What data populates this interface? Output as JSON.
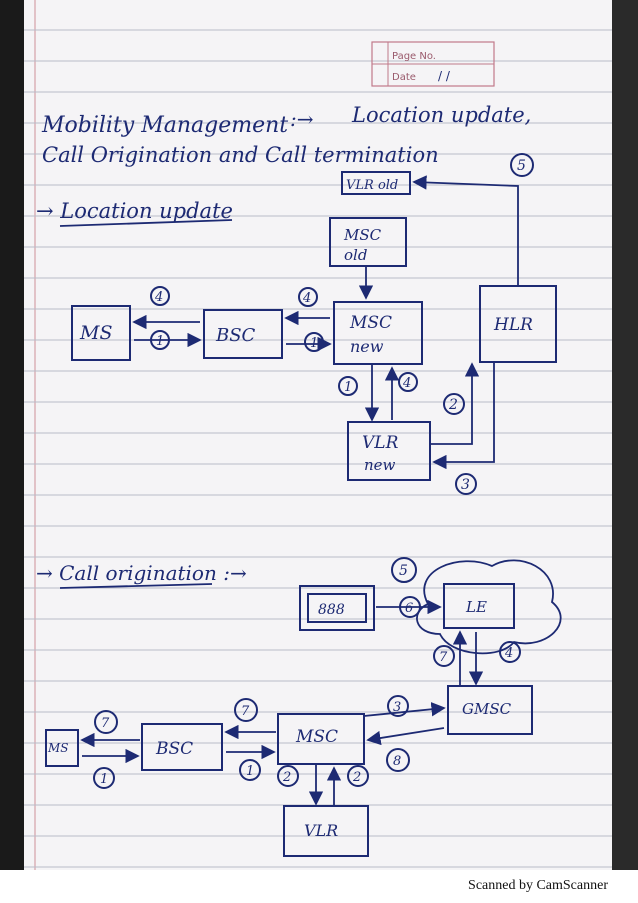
{
  "stamp": {
    "page_label": "Page No.",
    "date_label": "Date",
    "date_value": "/ /"
  },
  "title": {
    "line1_left": "Mobility Management",
    "line1_arrow": ":→",
    "line1_right": "Location update,",
    "line2": "Call Origination and Call termination"
  },
  "location_update": {
    "heading": "→ Location update",
    "nodes": {
      "vlr_old": "VLR old",
      "msc_old": [
        "MSC",
        "old"
      ],
      "ms": "MS",
      "bsc": "BSC",
      "msc_new": [
        "MSC",
        "new"
      ],
      "hlr": "HLR",
      "vlr_new": [
        "VLR",
        "new"
      ]
    },
    "steps": [
      "1",
      "1",
      "1",
      "2",
      "3",
      "4",
      "4",
      "4",
      "5"
    ]
  },
  "call_origination": {
    "heading": "→ Call origination :→",
    "nodes": {
      "terminal": "888",
      "le": "LE",
      "gmsc": "GMSC",
      "ms": "MS",
      "bsc": "BSC",
      "msc": "MSC",
      "vlr": "VLR"
    },
    "steps": [
      "1",
      "1",
      "2",
      "2",
      "3",
      "4",
      "5",
      "6",
      "7",
      "7",
      "7",
      "8"
    ]
  },
  "footer": {
    "scanner_credit": "Scanned by CamScanner"
  },
  "colors": {
    "ink": "#1d2a73",
    "paper": "#f5f4f6",
    "rule": "#b9bcc8",
    "margin": "#d4a0a8"
  }
}
